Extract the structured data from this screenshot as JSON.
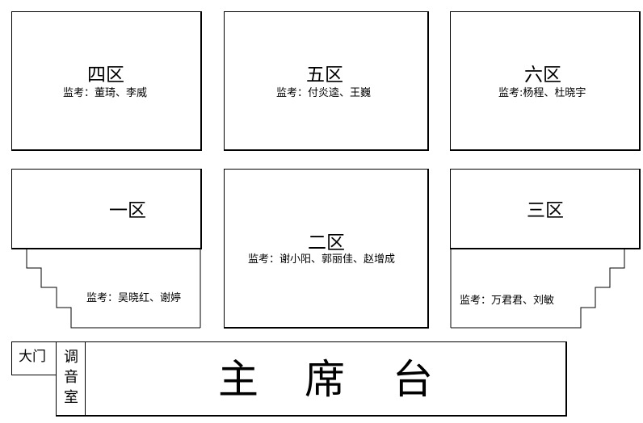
{
  "zones": {
    "zone4": {
      "name": "四区",
      "proctors": "监考：董琦、李威"
    },
    "zone5": {
      "name": "五区",
      "proctors": "监考：付炎逵、王巍"
    },
    "zone6": {
      "name": "六区",
      "proctors": "监考:杨程、杜晓宇"
    },
    "zone1": {
      "name": "一区",
      "proctors": "监考：吴晓红、谢婷"
    },
    "zone2": {
      "name": "二区",
      "proctors": "监考：谢小阳、郭丽佳、赵增成"
    },
    "zone3": {
      "name": "三区",
      "proctors": "监考：万君君、刘敏"
    }
  },
  "entrance": {
    "label": "大门"
  },
  "sound_room": {
    "chars": [
      "调",
      "音",
      "室"
    ]
  },
  "stage": {
    "chars": [
      "主",
      "席",
      "台"
    ]
  }
}
